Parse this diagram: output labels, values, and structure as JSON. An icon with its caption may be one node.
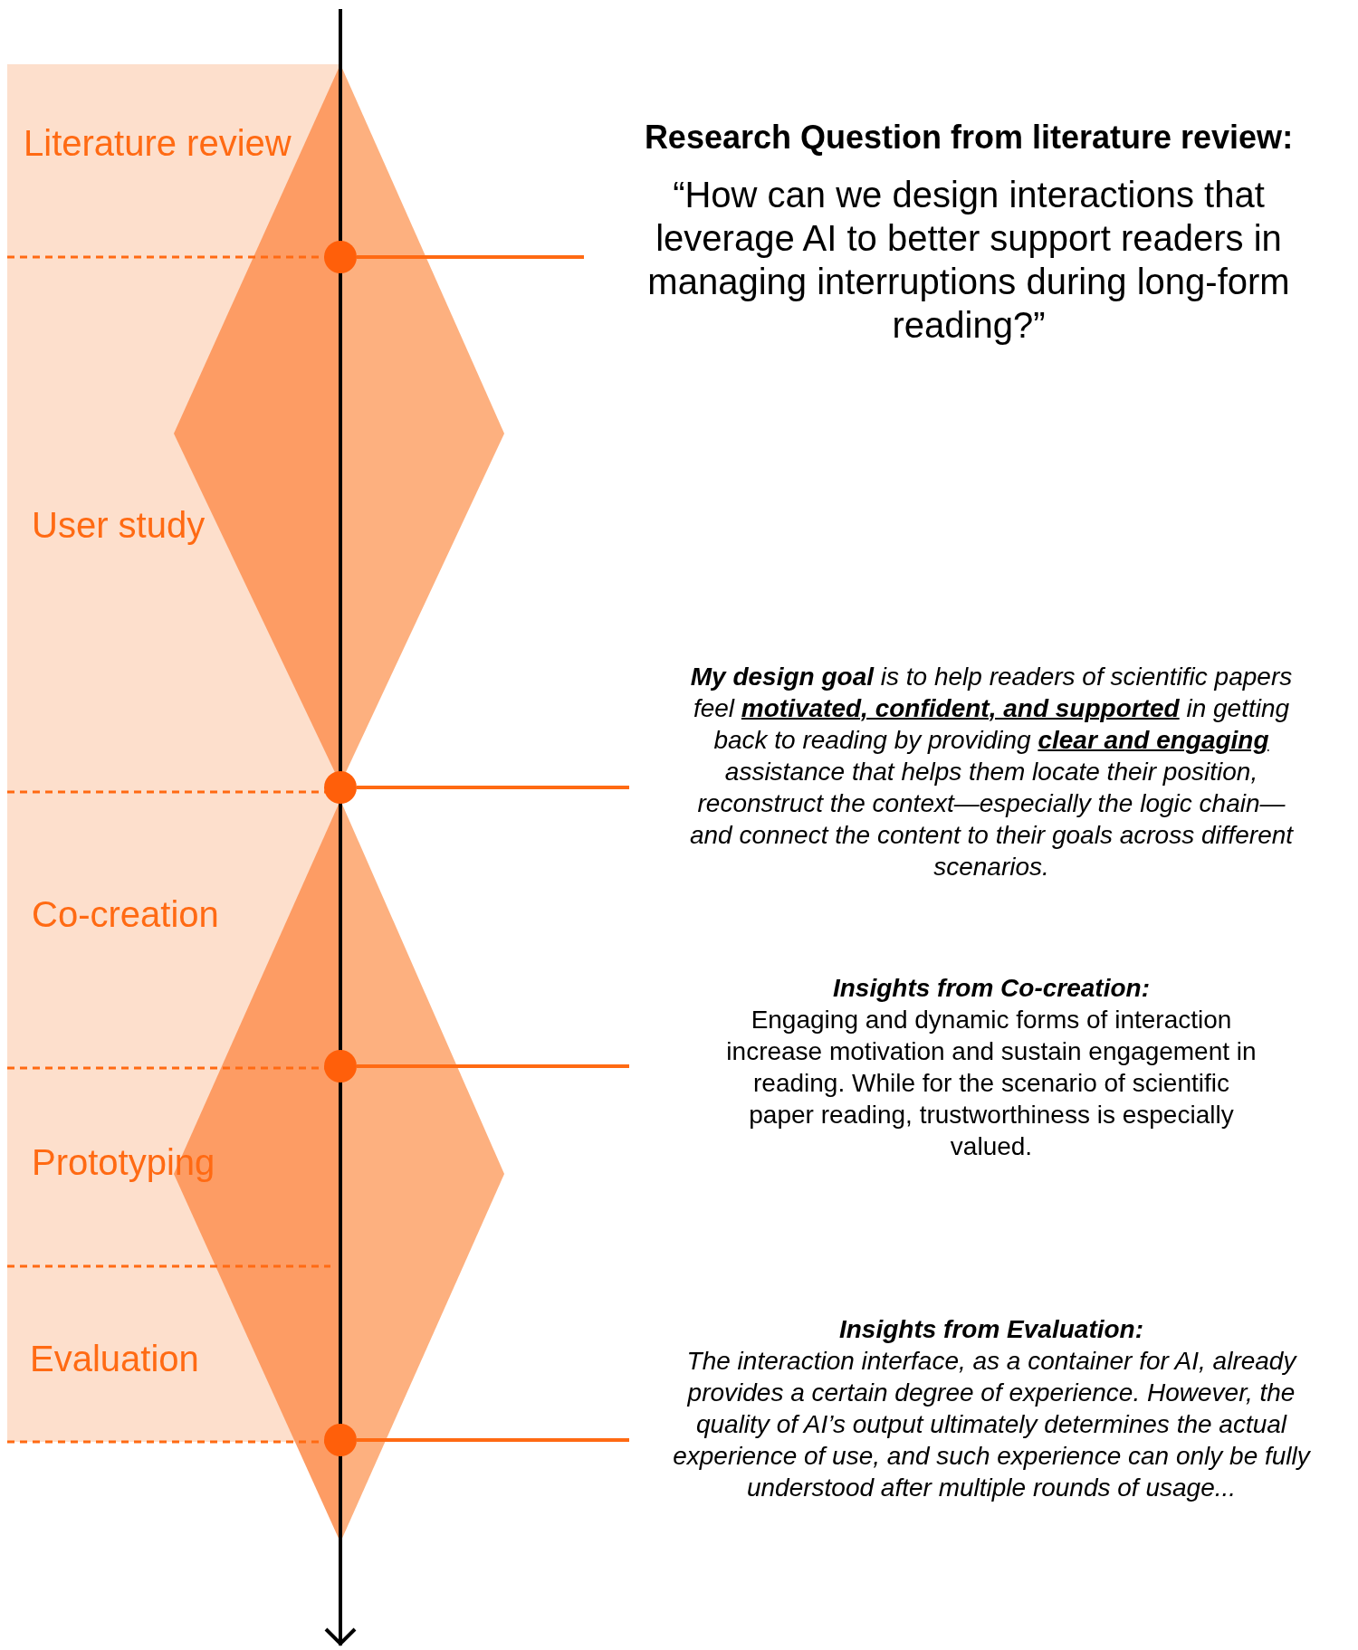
{
  "diagram": {
    "nodes": [
      {
        "text": [],
        "shape": "circle"
      },
      {
        "text": [
          "Research Question from literature review:",
          "“How can we design interactions that leverage AI to better support readers in managing interruptions during long-form reading?”"
        ]
      },
      {
        "text": [],
        "shape": "circle"
      },
      {
        "text": [
          "**My design goal** is to help readers of scientific papers feel **motivated, confident, and supported** in getting back to reading by providing **clear and engaging** assistance that helps them locate their position, reconstruct the context—especially the logic chain—and connect the content to their goals across different scenarios."
        ]
      },
      {
        "text": [],
        "shape": "circle"
      },
      {
        "text": [
          "Insights from Co-creation:",
          "Engaging and dynamic forms of interaction increase motivation and sustain engagement in reading. While for the scenario of scientific paper reading, trustworthiness is especially valued."
        ]
      },
      {
        "text": [],
        "shape": "circle"
      },
      {
        "text": [
          "Insights from Evaluation:",
          "The interaction interface, as a container for AI, already provides a certain degree of experience. However, the quality of AI’s output ultimately determines the actual experience of use, and such experience can only be fully understood after multiple rounds of usage..."
        ]
      }
    ],
    "edges": [
      {
        "from": 0,
        "to": 1,
        "arrow": "none"
      },
      {
        "from": 2,
        "to": 3,
        "arrow": "none"
      },
      {
        "from": 4,
        "to": 5,
        "arrow": "none"
      },
      {
        "from": 6,
        "to": 7,
        "arrow": "none"
      }
    ],
    "labels": [
      "Literature review",
      "User study",
      "Co-creation",
      "Prototyping",
      "Evaluation"
    ]
  }
}
